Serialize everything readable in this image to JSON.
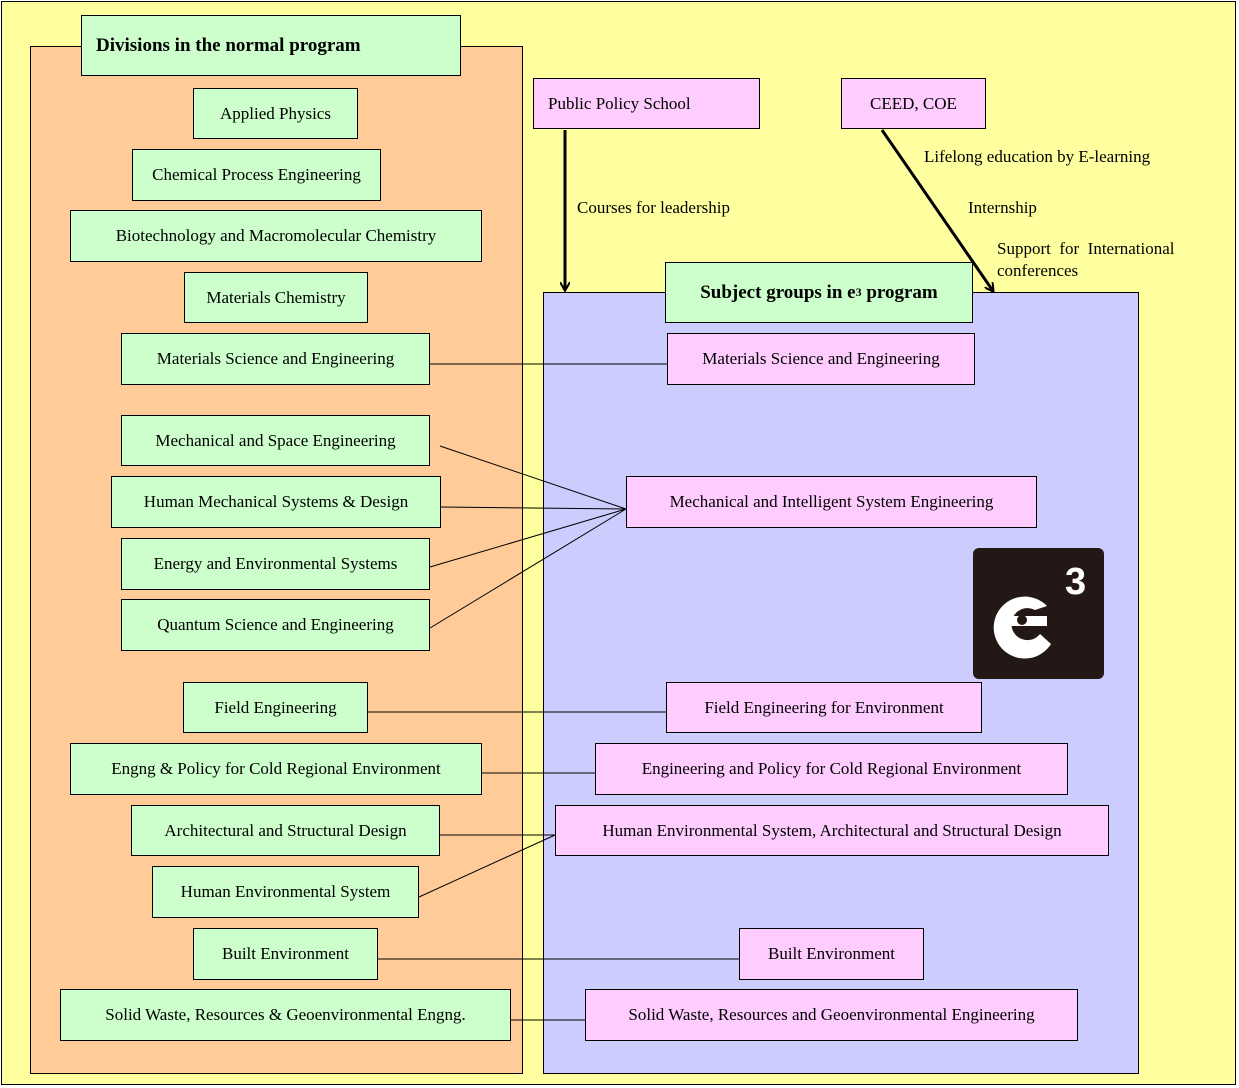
{
  "left_panel": {
    "title": "Divisions in the normal program",
    "items": [
      "Applied Physics",
      "Chemical Process Engineering",
      "Biotechnology and Macromolecular Chemistry",
      "Materials Chemistry",
      "Materials Science and Engineering",
      "Mechanical and Space Engineering",
      "Human Mechanical Systems & Design",
      "Energy and Environmental Systems",
      "Quantum Science and Engineering",
      "Field Engineering",
      "Engng & Policy for Cold Regional Environment",
      "Architectural and Structural Design",
      "Human Environmental System",
      "Built Environment",
      "Solid Waste, Resources & Geoenvironmental Engng."
    ]
  },
  "right_panel": {
    "title_prefix": "Subject groups in e",
    "title_sup": "3",
    "title_suffix": " program",
    "items": [
      "Materials Science and Engineering",
      "Mechanical and Intelligent System Engineering",
      "Field Engineering for Environment",
      "Engineering and Policy for Cold Regional Environment",
      "Human Environmental System, Architectural and Structural Design",
      "Built Environment",
      "Solid Waste, Resources and Geoenvironmental Engineering"
    ]
  },
  "sources": {
    "public_policy": "Public Policy School",
    "ceed": "CEED, COE"
  },
  "annotations": {
    "leadership": "Courses for leadership",
    "elearning": "Lifelong education by E-learning",
    "internship": "Internship",
    "support_line1": "Support  for  International",
    "support_line2": "conferences"
  },
  "logo": {
    "name": "e3-logo",
    "letter": "e",
    "sup": "3"
  },
  "colors": {
    "background": "#ffffa0",
    "left_panel": "#ffcc99",
    "right_panel": "#ccccff",
    "green_box": "#ccffcc",
    "pink_box": "#ffccff",
    "logo_bg": "#231815"
  }
}
